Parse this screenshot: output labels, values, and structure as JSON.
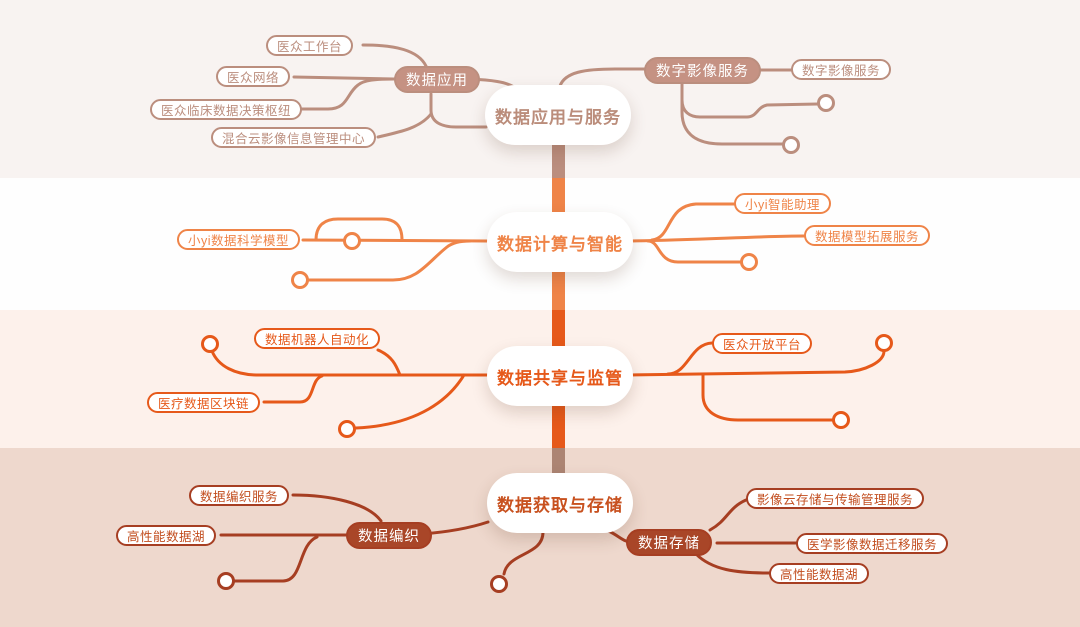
{
  "colors": {
    "band1_bg": "#f8f3f1",
    "band2_bg": "#fefefe",
    "band3_bg": "#fdf1eb",
    "band4_bg": "#eed8cd",
    "rose": "#bb8e7e",
    "rose_fill": "#c59283",
    "orange": "#ef8448",
    "deep_orange": "#e6591a",
    "brick": "#a63e22",
    "brick_fill": "#a94628",
    "brick_leaf_text": "#c24d1e",
    "taupe_trunk": "#ac8473",
    "center1_text": "#bb8d7b",
    "center2_text": "#ef8448",
    "center3_text": "#e6591a",
    "center4_text": "#c8511f"
  },
  "bands": [
    {
      "center": "数据应用与服务",
      "left_leaves": [
        "医众工作台",
        "医众网络",
        "医众临床数据决策枢纽",
        "混合云影像信息管理中心"
      ],
      "left_hub": "数据应用",
      "right_hub": "数字影像服务",
      "right_leaves": [
        "数字影像服务"
      ]
    },
    {
      "center": "数据计算与智能",
      "left_leaves": [
        "小yi数据科学模型"
      ],
      "right_leaves": [
        "小yi智能助理",
        "数据模型拓展服务"
      ]
    },
    {
      "center": "数据共享与监管",
      "left_leaves": [
        "数据机器人自动化",
        "医疗数据区块链"
      ],
      "right_leaves": [
        "医众开放平台"
      ]
    },
    {
      "center": "数据获取与存储",
      "left_leaves": [
        "数据编织服务",
        "高性能数据湖"
      ],
      "left_hub": "数据编织",
      "right_hub": "数据存储",
      "right_leaves": [
        "影像云存储与传输管理服务",
        "医学影像数据迁移服务",
        "高性能数据湖"
      ]
    }
  ]
}
